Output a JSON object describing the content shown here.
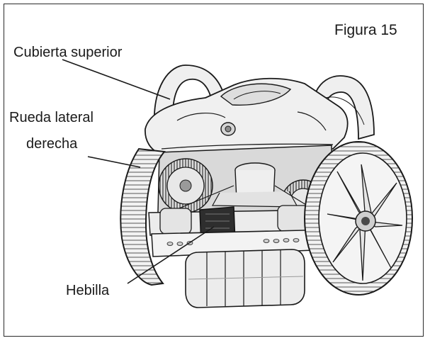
{
  "figure": {
    "title": "Figura 15"
  },
  "callouts": {
    "top_cover": "Cubierta superior",
    "side_wheel_line1": "Rueda lateral",
    "side_wheel_line2": "derecha",
    "buckle": "Hebilla"
  },
  "colors": {
    "ink": "#1a1a1a",
    "body_fill": "#eeeeee",
    "shade": "#b8b8b8",
    "dark": "#3a3a3a"
  }
}
